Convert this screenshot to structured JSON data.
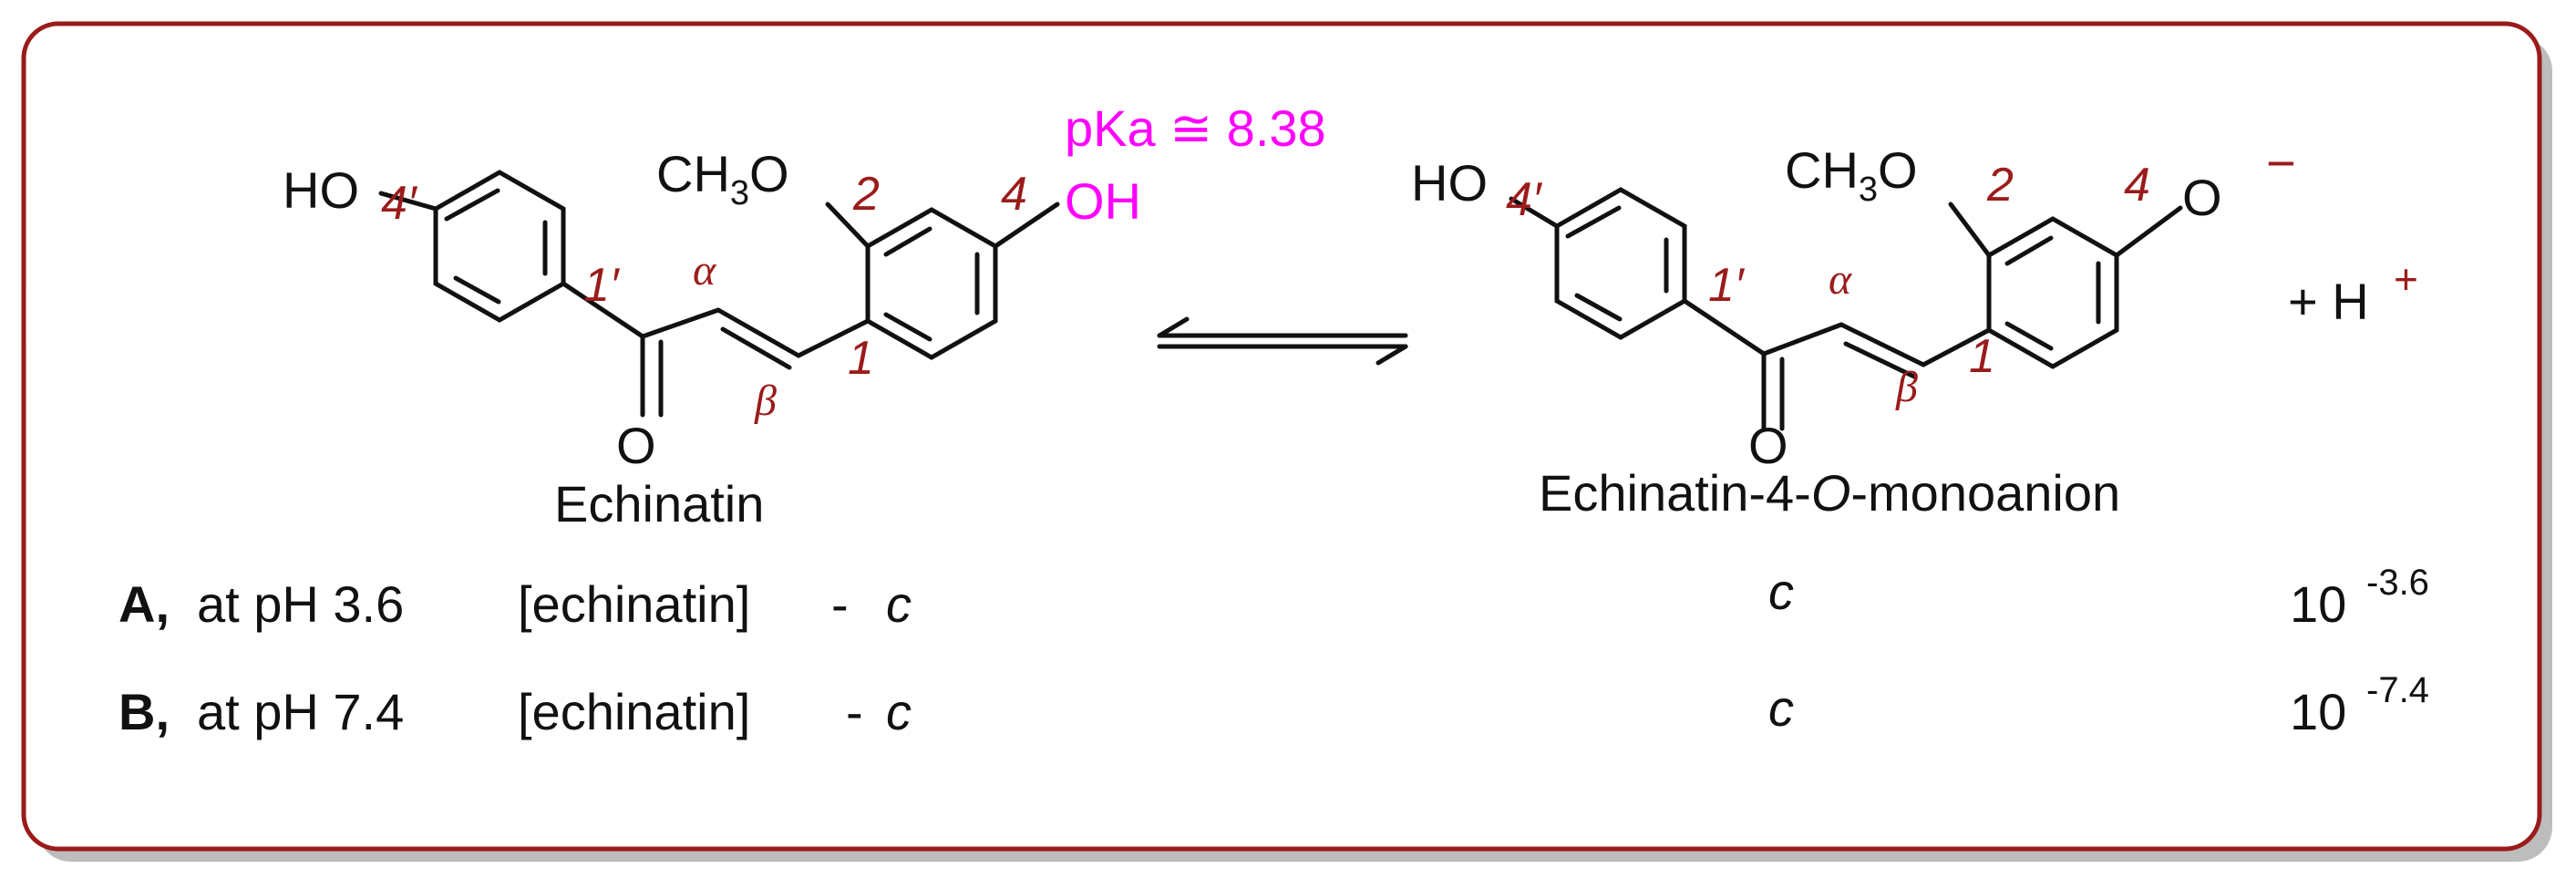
{
  "colors": {
    "frame": "#9b1b1b",
    "shadow": "#bdbdbd",
    "locant": "#9b1b1b",
    "pka": "#ff00ff",
    "bond": "#111111"
  },
  "molecule_left": {
    "name": "Echinatin",
    "ho": "HO",
    "ch3o": "CH3O",
    "oh": "OH",
    "carbonyl_o": "O",
    "pka": "pKa ≅ 8.38",
    "locants": {
      "l4p": "4′",
      "l1p": "1′",
      "l2": "2",
      "l4": "4",
      "l1": "1",
      "alpha": "α",
      "beta": "β"
    }
  },
  "molecule_right": {
    "name_part1": "Echinatin-4-",
    "name_italic": "O",
    "name_part2": "-monoanion",
    "ho": "HO",
    "ch3o": "CH3O",
    "anion_o": "O",
    "charge": "−",
    "carbonyl_o": "O",
    "proton": "+ H",
    "proton_charge": "+",
    "locants": {
      "l4p": "4′",
      "l1p": "1′",
      "l2": "2",
      "l4": "4",
      "l1": "1",
      "alpha": "α",
      "beta": "β"
    }
  },
  "rows": [
    {
      "letter": "A,",
      "condition": "at pH 3.6",
      "left": "[echinatin]",
      "minus": "-",
      "left_c": "c",
      "mid_c": "c",
      "h_base": "10",
      "h_exp": "-3.6"
    },
    {
      "letter": "B,",
      "condition": "at pH 7.4",
      "left": "[echinatin]",
      "minus": "-",
      "left_c": "c",
      "mid_c": "c",
      "h_base": "10",
      "h_exp": "-7.4"
    }
  ]
}
